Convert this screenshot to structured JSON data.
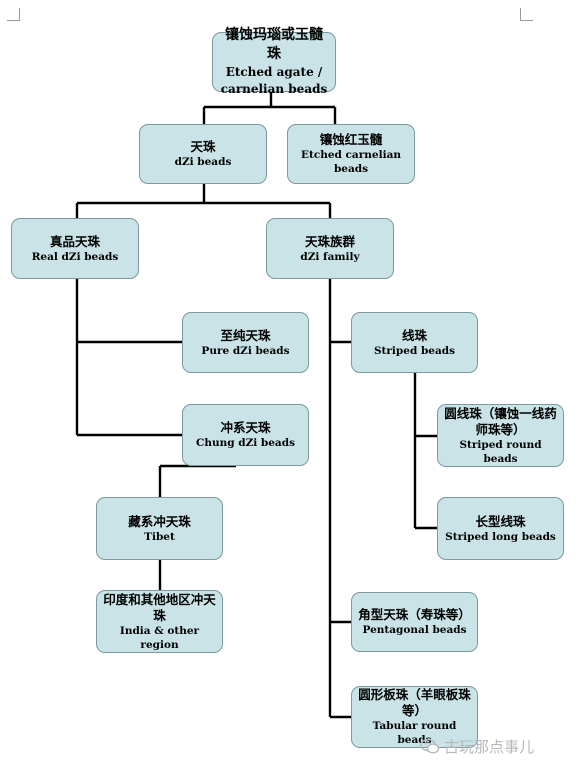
{
  "nodes": {
    "root": {
      "zh": "镶蚀玛瑙或玉髓珠",
      "en1": "Etched agate /",
      "en2": "carnelian beads"
    },
    "dzi": {
      "zh": "天珠",
      "en": "dZi beads"
    },
    "etched_carnelian": {
      "zh": "镶蚀红玉髓",
      "en1": "Etched carnelian",
      "en2": "beads"
    },
    "real_dzi": {
      "zh": "真品天珠",
      "en": "Real dZi beads"
    },
    "dzi_family": {
      "zh": "天珠族群",
      "en": "dZi family"
    },
    "pure_dzi": {
      "zh": "至纯天珠",
      "en": "Pure dZi beads"
    },
    "chung_dzi": {
      "zh": "冲系天珠",
      "en": "Chung dZi beads"
    },
    "tibet": {
      "zh": "藏系冲天珠",
      "en": "Tibet"
    },
    "india_other": {
      "zh": "印度和其他地区冲天珠",
      "en": "India & other region"
    },
    "striped": {
      "zh": "线珠",
      "en": "Striped beads"
    },
    "striped_round": {
      "zh": "圆线珠（镶蚀一线药师珠等）",
      "en": "Striped round beads"
    },
    "striped_long": {
      "zh": "长型线珠",
      "en": "Striped long beads"
    },
    "pentagonal": {
      "zh": "角型天珠（寿珠等）",
      "en": "Pentagonal beads"
    },
    "tabular_round": {
      "zh": "圆形板珠（羊眼板珠等）",
      "en": "Tabular round beads"
    }
  },
  "watermark": {
    "text": "古玩那点事儿"
  },
  "colors": {
    "node_fill": "#c9e3e6",
    "node_border": "#7a9aa0",
    "line": "#000000"
  }
}
